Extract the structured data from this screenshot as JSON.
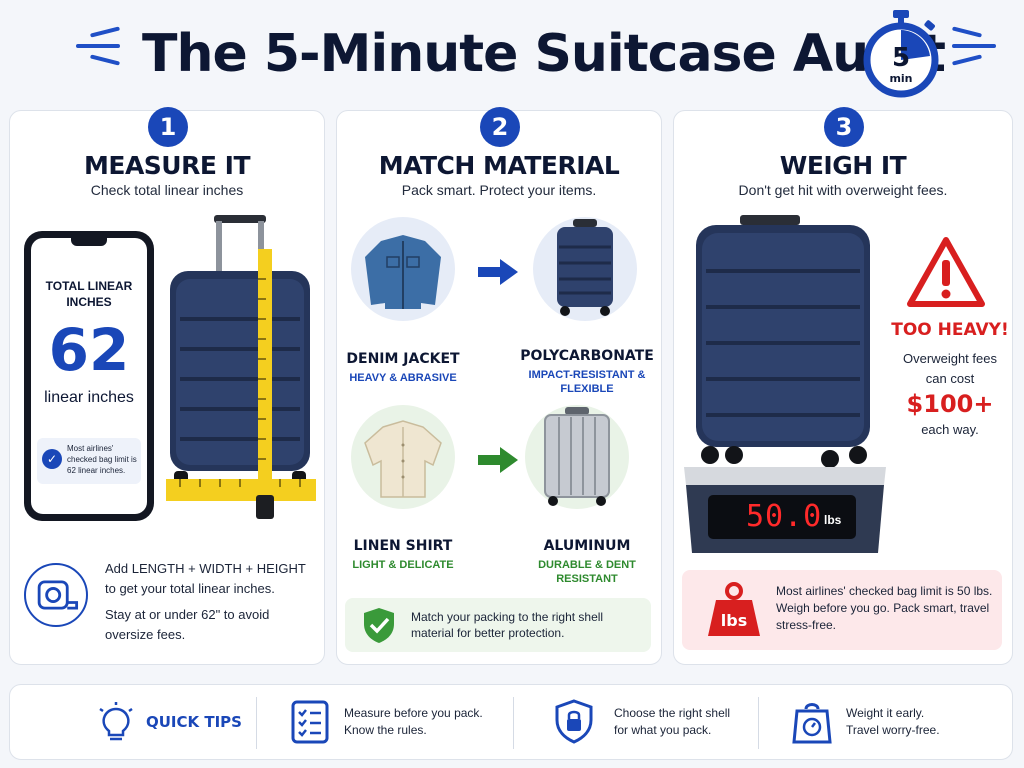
{
  "header": {
    "title": "The 5-Minute Suitcase Audit",
    "timer_value": "5",
    "timer_unit": "min"
  },
  "panels": {
    "measure": {
      "number": "1",
      "title": "MEASURE IT",
      "subtitle": "Check total linear inches",
      "phone_label": "TOTAL LINEAR INCHES",
      "phone_value": "62",
      "phone_unit": "linear inches",
      "phone_note": "Most airlines' checked bag limit is 62 linear inches.",
      "desc_line1": "Add LENGTH + WIDTH + HEIGHT to get your total linear inches.",
      "desc_line2": "Stay at or under 62\" to avoid oversize fees."
    },
    "material": {
      "number": "2",
      "title": "MATCH MATERIAL",
      "subtitle": "Pack smart. Protect your items.",
      "rows": [
        {
          "item": "DENIM JACKET",
          "item_desc": "HEAVY & ABRASIVE",
          "shell": "POLYCARBONATE",
          "shell_desc": "IMPACT-RESISTANT & FLEXIBLE"
        },
        {
          "item": "LINEN SHIRT",
          "item_desc": "LIGHT & DELICATE",
          "shell": "ALUMINUM",
          "shell_desc": "DURABLE & DENT RESISTANT"
        }
      ],
      "tip": "Match your packing to the right shell material for better protection."
    },
    "weigh": {
      "number": "3",
      "title": "WEIGH IT",
      "subtitle": "Don't get hit with overweight fees.",
      "scale_value": "50.0",
      "scale_unit": "lbs",
      "warning": "TOO HEAVY!",
      "fee_line1": "Overweight fees",
      "fee_line2": "can cost",
      "fee_amount": "$100+",
      "fee_line3": "each way.",
      "tip_icon_label": "lbs",
      "tip": "Most airlines' checked bag limit is 50 lbs. Weigh before you go. Pack smart, travel stress-free."
    }
  },
  "footer": {
    "label": "QUICK TIPS",
    "tips": [
      {
        "line1": "Measure before you pack.",
        "line2": "Know the rules."
      },
      {
        "line1": "Choose the right shell",
        "line2": "for what you pack."
      },
      {
        "line1": "Weight it early.",
        "line2": "Travel worry-free."
      }
    ]
  },
  "colors": {
    "navy": "#0d1733",
    "accent_blue": "#1a47b8",
    "alert_red": "#d81f1f",
    "tip_green": "#eef6ec",
    "tip_pink": "#fde8ea"
  }
}
